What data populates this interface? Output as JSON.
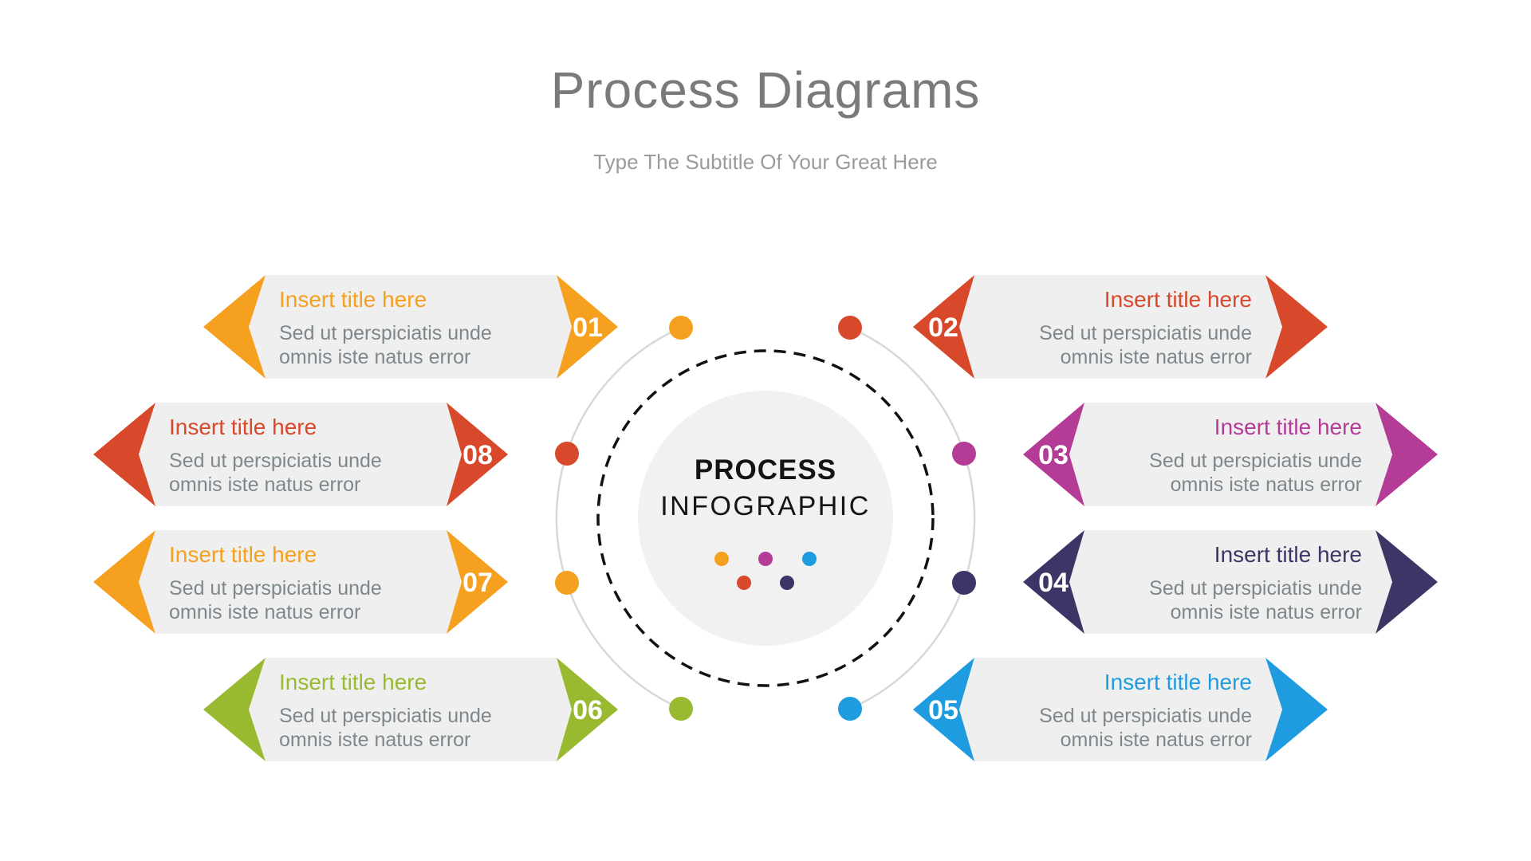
{
  "header": {
    "title": "Process Diagrams",
    "subtitle": "Type The Subtitle Of Your Great Here"
  },
  "center": {
    "line1": "PROCESS",
    "line2": "INFOGRAPHIC",
    "circle_fill": "#F1F1F2",
    "dash_color": "#111111",
    "arc_color": "#D8D8D8",
    "mini_dots": [
      "#F5A01E",
      "#B43C96",
      "#1E9CDF",
      "#D9492B",
      "#3D3565"
    ]
  },
  "styles": {
    "banner_fill": "#EFEFEF",
    "body_text_color": "#7D878C",
    "title_color": "#7A7A7A",
    "subtitle_color": "#9B9B9B",
    "number_text_color": "#FFFFFF"
  },
  "items": [
    {
      "number": "01",
      "title": "Insert title here",
      "body_line1": "Sed ut perspiciatis unde",
      "body_line2": "omnis iste natus error",
      "color": "#F5A01E"
    },
    {
      "number": "02",
      "title": "Insert title here",
      "body_line1": "Sed ut perspiciatis unde",
      "body_line2": "omnis iste natus error",
      "color": "#D8482B"
    },
    {
      "number": "03",
      "title": "Insert title here",
      "body_line1": "Sed ut perspiciatis unde",
      "body_line2": "omnis iste natus error",
      "color": "#B43C96"
    },
    {
      "number": "04",
      "title": "Insert title here",
      "body_line1": "Sed ut perspiciatis unde",
      "body_line2": "omnis iste natus error",
      "color": "#3D3565"
    },
    {
      "number": "05",
      "title": "Insert title here",
      "body_line1": "Sed ut perspiciatis unde",
      "body_line2": "omnis iste natus error",
      "color": "#1E9CDF"
    },
    {
      "number": "06",
      "title": "Insert title here",
      "body_line1": "Sed ut perspiciatis unde",
      "body_line2": "omnis iste natus error",
      "color": "#99BA30"
    },
    {
      "number": "07",
      "title": "Insert title here",
      "body_line1": "Sed ut perspiciatis unde",
      "body_line2": "omnis iste natus error",
      "color": "#F5A01E"
    },
    {
      "number": "08",
      "title": "Insert title here",
      "body_line1": "Sed ut perspiciatis unde",
      "body_line2": "omnis iste natus error",
      "color": "#D8482B"
    }
  ]
}
